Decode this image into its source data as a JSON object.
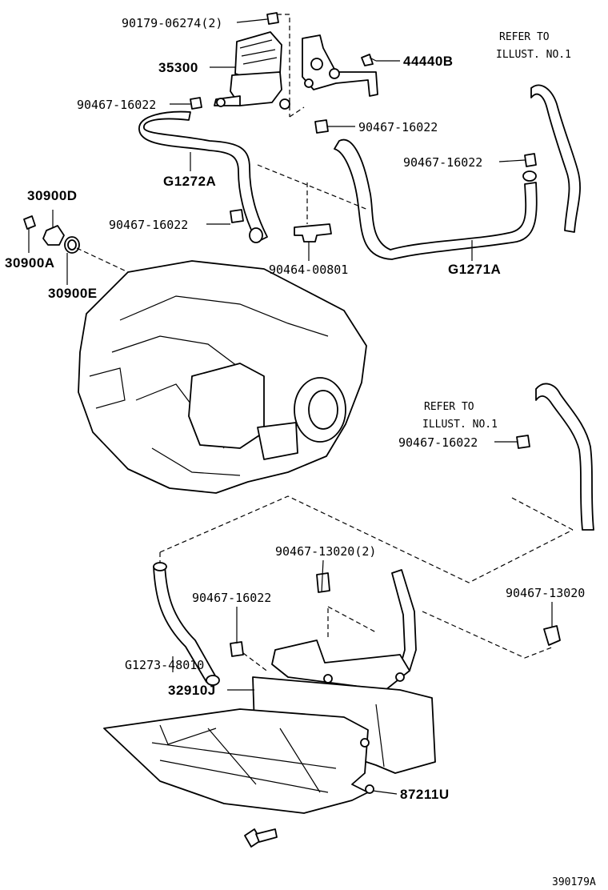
{
  "labels": {
    "p90179": "90179-06274(2)",
    "p35300": "35300",
    "p44440B": "44440B",
    "p90467_a": "90467-16022",
    "p90467_b": "90467-16022",
    "p90467_c": "90467-16022",
    "p90467_d": "90467-16022",
    "p90467_e": "90467-16022",
    "p90467_f": "90467-16022",
    "pG1272A": "G1272A",
    "p30900D": "30900D",
    "p30900A": "30900A",
    "p30900E": "30900E",
    "p90464": "90464-00801",
    "pG1271A": "G1271A",
    "refer1_line1": "REFER TO",
    "refer1_line2": "ILLUST. NO.1",
    "refer2_line1": "REFER TO",
    "refer2_line2": "ILLUST. NO.1",
    "p90467_13020_2": "90467-13020(2)",
    "p90467_13020": "90467-13020",
    "pG1273": "G1273-48010",
    "p32910J": "32910J",
    "p87211U": "87211U",
    "figure_id": "390179A"
  }
}
